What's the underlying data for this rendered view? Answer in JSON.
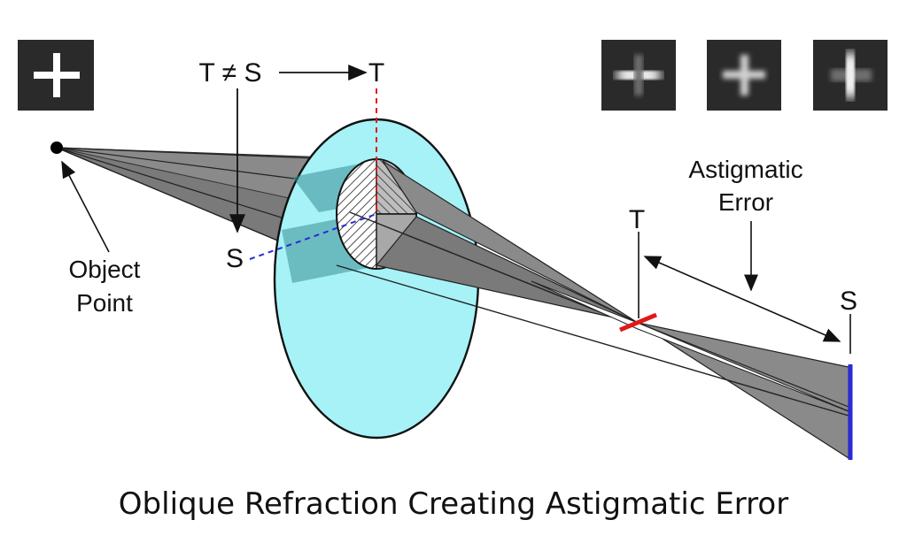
{
  "caption": "Oblique Refraction Creating Astigmatic Error",
  "labels": {
    "object_point_line1": "Object",
    "object_point_line2": "Point",
    "t_ne_s": "T ≠ S",
    "t_top": "T",
    "s_left": "S",
    "astig_line1": "Astigmatic",
    "astig_line2": "Error",
    "t_focus": "T",
    "s_focus": "S"
  },
  "thumbnails": [
    {
      "name": "sharp-cross-icon",
      "content": "sharp cross"
    },
    {
      "name": "horizontal-blur-icon",
      "content": "horizontal line focus"
    },
    {
      "name": "blurred-cross-icon",
      "content": "circle of least confusion"
    },
    {
      "name": "vertical-blur-icon",
      "content": "vertical line focus"
    }
  ],
  "colors": {
    "lens_fill": "#a6f2f6",
    "ray_fill": "#8a8a8a",
    "tangential_line": "#e01818",
    "sagittal_line": "#2a2ad8",
    "thumb_bg": "#2a2a2a"
  }
}
